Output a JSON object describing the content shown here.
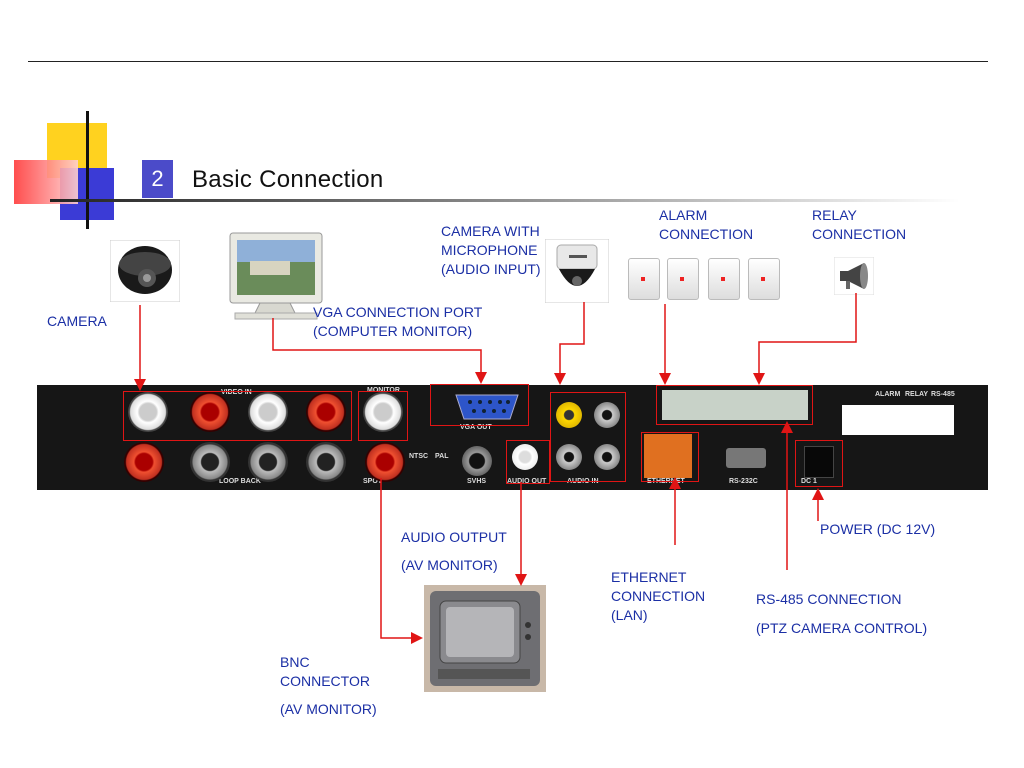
{
  "slide": {
    "section_number": "2",
    "title": "Basic Connection"
  },
  "labels": {
    "camera": "CAMERA",
    "vga_line1": "VGA CONNECTION PORT",
    "vga_line2": "(COMPUTER MONITOR)",
    "cam_mic_line1": "CAMERA WITH",
    "cam_mic_line2": "MICROPHONE",
    "cam_mic_line3": "(AUDIO INPUT)",
    "alarm_line1": "ALARM",
    "alarm_line2": "CONNECTION",
    "relay_line1": "RELAY",
    "relay_line2": "CONNECTION",
    "power": "POWER (DC 12V)",
    "audio_out_line1": "AUDIO OUTPUT",
    "audio_out_line2": "(AV MONITOR)",
    "ethernet_line1": "ETHERNET",
    "ethernet_line2": "CONNECTION",
    "ethernet_line3": "(LAN)",
    "rs485_line1": "RS-485 CONNECTION",
    "rs485_line2": "(PTZ CAMERA CONTROL)",
    "bnc_line1": "BNC",
    "bnc_line2": "CONNECTOR",
    "bnc_line3": "(AV MONITOR)"
  },
  "panel_labels": {
    "video_in": "VIDEO IN",
    "monitor": "MONITOR",
    "vga_out": "VGA OUT",
    "loop_back": "LOOP BACK",
    "spot": "SPOT",
    "ntsc": "NTSC",
    "pal": "PAL",
    "svhs": "SVHS",
    "audio_out": "AUDIO OUT",
    "audio_in": "AUDIO IN",
    "ethernet": "ETHERNET",
    "rs232c": "RS-232C",
    "dc": "DC 1",
    "alarm": "ALARM",
    "relay": "RELAY",
    "rs485": "RS-485"
  },
  "colors": {
    "label_text": "#1b2fa5",
    "connector_line": "#e01515",
    "panel": "#161616",
    "section_box": "#4b4bc9"
  }
}
